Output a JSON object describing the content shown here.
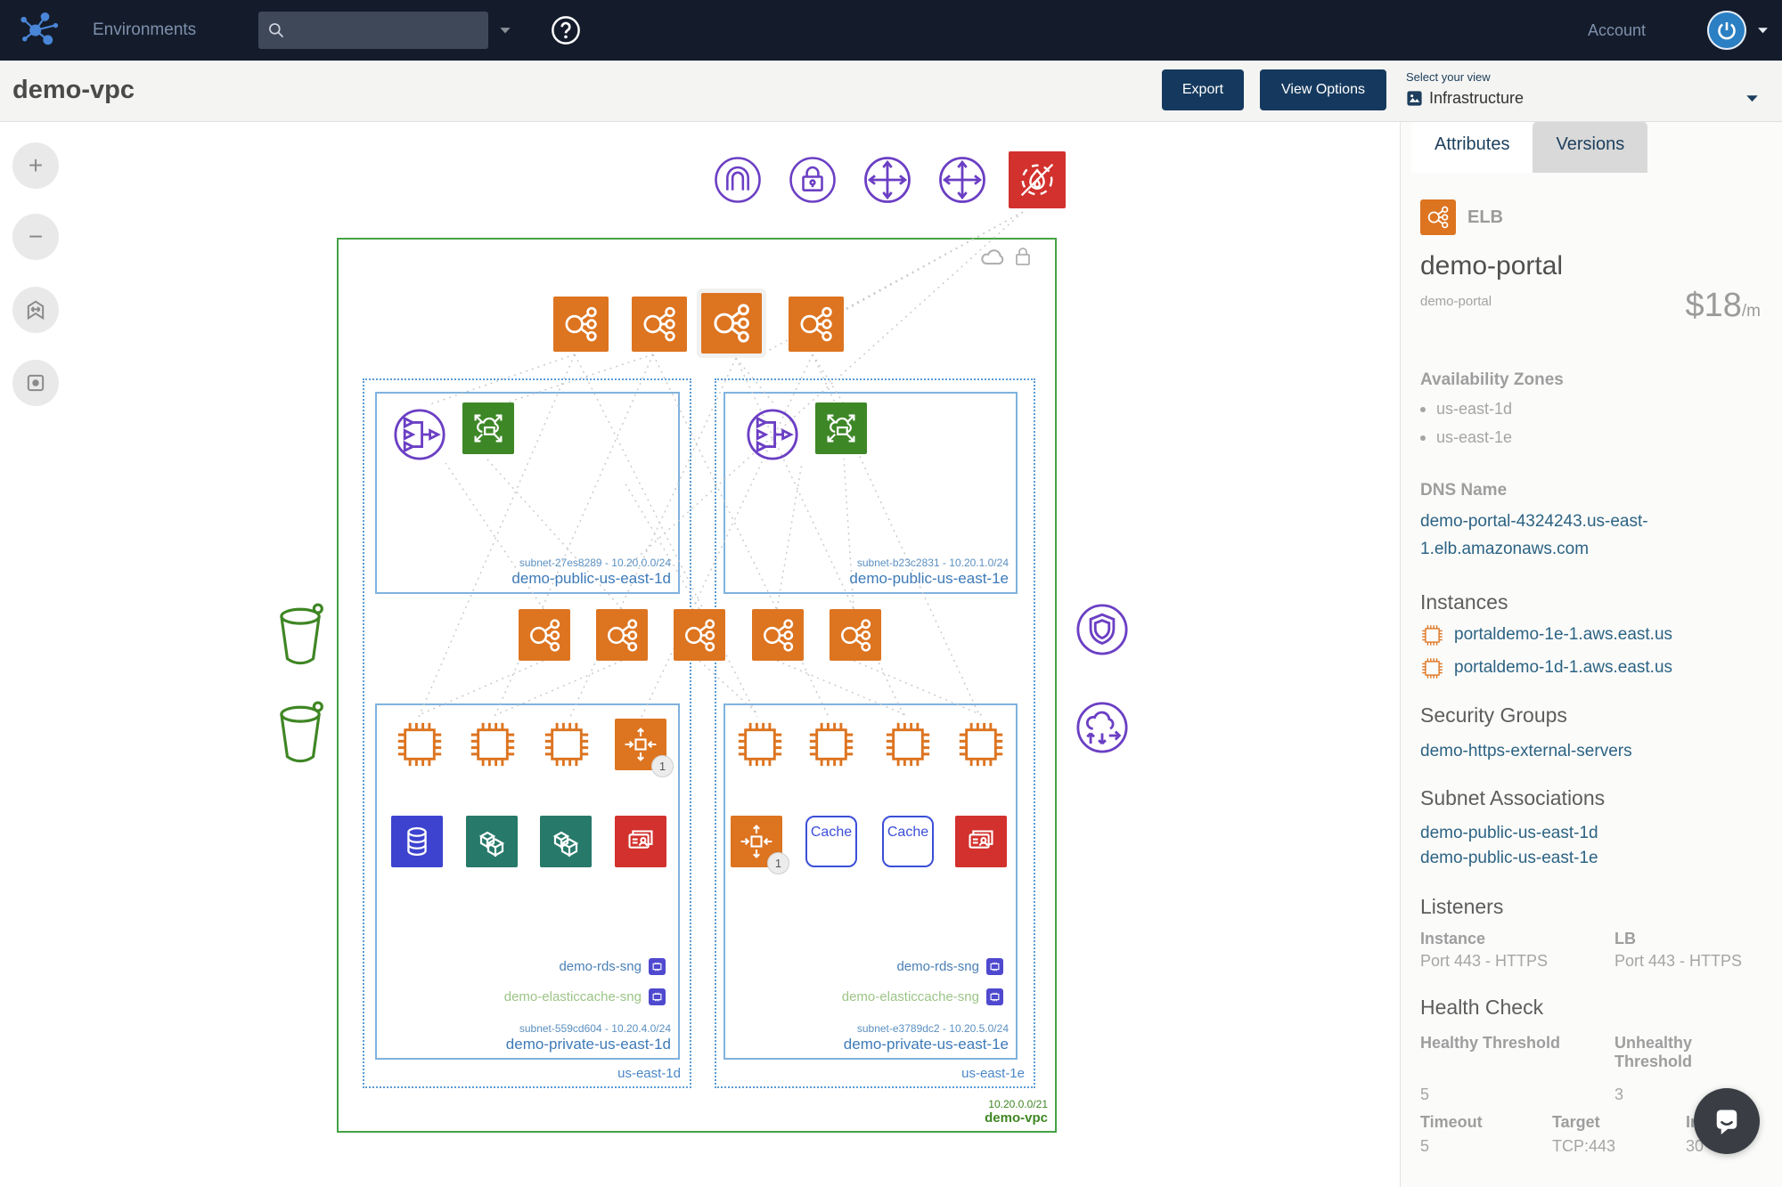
{
  "navbar": {
    "environments": "Environments",
    "search_placeholder": "",
    "account": "Account"
  },
  "header": {
    "title": "demo-vpc",
    "export": "Export",
    "view_options": "View Options",
    "select_view": "Select your view",
    "view": "Infrastructure"
  },
  "toolbar": {
    "zoom_in": "+",
    "zoom_out": "−"
  },
  "canvas": {
    "vpc_cidr": "10.20.0.0/21",
    "vpc_name": "demo-vpc",
    "az1": "us-east-1d",
    "az2": "us-east-1e",
    "pub1_id": "subnet-27es8289 - 10.20.0.0/24",
    "pub1_name": "demo-public-us-east-1d",
    "pub2_id": "subnet-b23c2831 - 10.20.1.0/24",
    "pub2_name": "demo-public-us-east-1e",
    "priv1_id": "subnet-559cd604 - 10.20.4.0/24",
    "priv1_name": "demo-private-us-east-1d",
    "priv2_id": "subnet-e3789dc2 - 10.20.5.0/24",
    "priv2_name": "demo-private-us-east-1e",
    "rds_sng": "demo-rds-sng",
    "cache_sng": "demo-elasticcache-sng",
    "cache_label": "Cache",
    "badge": "1"
  },
  "sidebar": {
    "tab_attributes": "Attributes",
    "tab_versions": "Versions",
    "type": "ELB",
    "title": "demo-portal",
    "subtitle": "demo-portal",
    "price": "$18",
    "price_unit": "/m",
    "az_header": "Availability Zones",
    "az_items": [
      "us-east-1d",
      "us-east-1e"
    ],
    "dns_header": "DNS Name",
    "dns_value": "demo-portal-4324243.us-east-1.elb.amazonaws.com",
    "instances_header": "Instances",
    "instances": [
      "portaldemo-1e-1.aws.east.us",
      "portaldemo-1d-1.aws.east.us"
    ],
    "sg_header": "Security Groups",
    "sg_items": [
      "demo-https-external-servers"
    ],
    "subnet_header": "Subnet Associations",
    "subnet_items": [
      "demo-public-us-east-1d",
      "demo-public-us-east-1e"
    ],
    "listeners_header": "Listeners",
    "listener_col1": "Instance",
    "listener_col2": "LB",
    "listener_val1": "Port 443 - HTTPS",
    "listener_val2": "Port 443 - HTTPS",
    "health_header": "Health Check",
    "healthy_label": "Healthy Threshold",
    "unhealthy_label": "Unhealthy Threshold",
    "healthy_value": "5",
    "unhealthy_value": "3",
    "timeout_label": "Timeout",
    "target_label": "Target",
    "interval_label": "Interval",
    "timeout_value": "5",
    "target_value": "TCP:443",
    "interval_value": "30"
  },
  "colors": {
    "navbar_bg": "#141c2b",
    "button_navy": "#15395e",
    "aws_orange": "#dd7420",
    "aws_green": "#3f8624",
    "aws_purple": "#6b3fc4",
    "aws_red": "#d2312d",
    "subnet_blue": "#7fb2de",
    "value_navy": "#2c6383"
  }
}
